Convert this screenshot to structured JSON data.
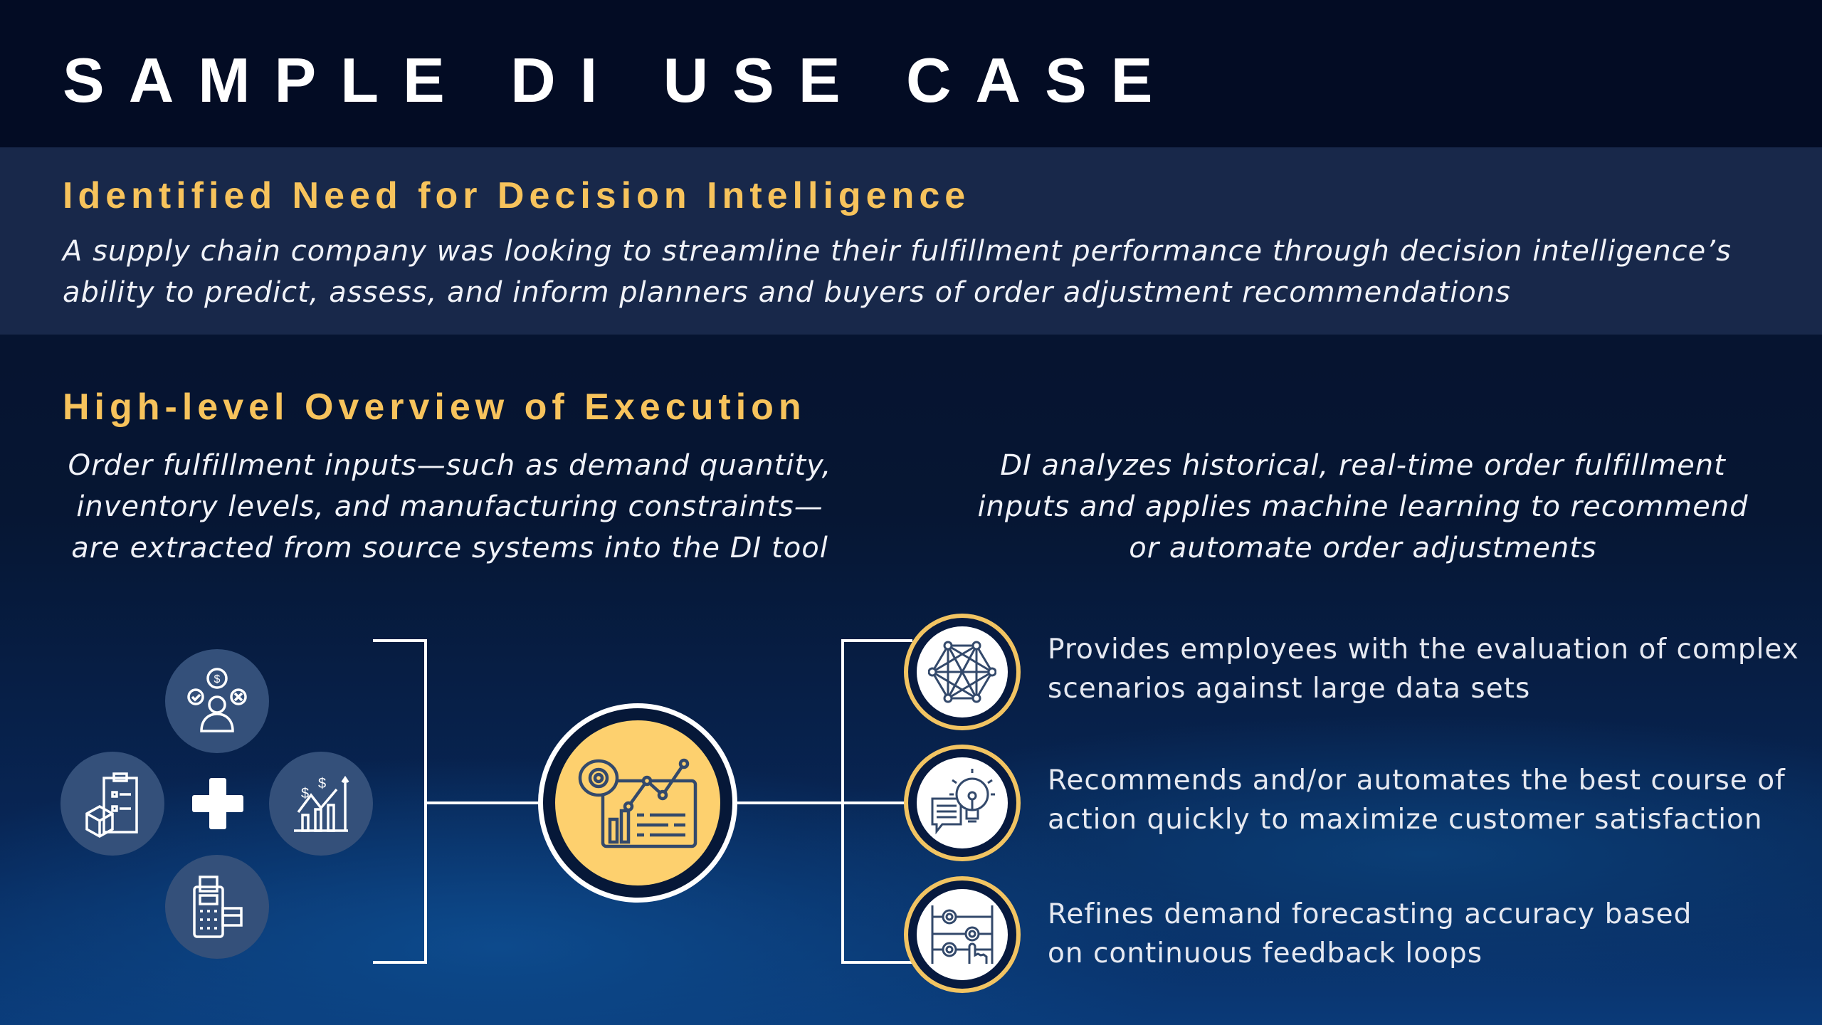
{
  "title": "SAMPLE DI USE CASE",
  "need": {
    "heading": "Identified Need for Decision Intelligence",
    "text": "A supply chain company was looking to streamline their fulfillment performance through decision intelligence’s ability to predict, assess, and inform planners and buyers of order adjustment recommendations"
  },
  "overview": {
    "heading": "High-level Overview of Execution",
    "left_text": "Order fulfillment inputs—such as demand quantity, inventory levels, and manufacturing constraints—are extracted from source systems into the DI tool",
    "right_text": "DI analyzes historical, real-time order fulfillment inputs and applies machine learning to recommend or automate order adjustments"
  },
  "benefits": [
    {
      "icon": "network-icon",
      "text": "Provides employees with the evaluation of complex scenarios against large data sets"
    },
    {
      "icon": "lightbulb-chat-icon",
      "text": "Recommends and/or automates the best course of action quickly to maximize customer satisfaction"
    },
    {
      "icon": "gears-abacus-icon",
      "text": "Refines demand forecasting accuracy based on continuous feedback loops"
    }
  ],
  "colors": {
    "accent": "#f7c35c",
    "navy": "#030c24",
    "band": "#18284a",
    "icon_bg": "#34507a"
  }
}
